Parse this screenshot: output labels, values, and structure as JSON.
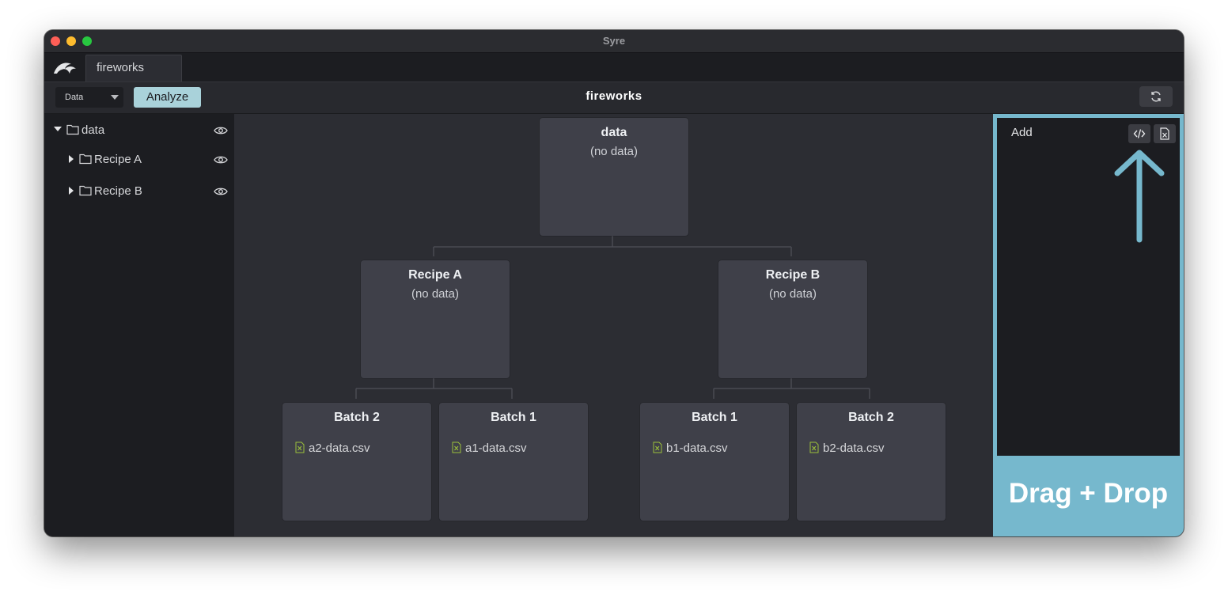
{
  "window": {
    "title": "Syre"
  },
  "tabs": [
    {
      "label": "fireworks"
    }
  ],
  "toolbar": {
    "view_select": {
      "value": "Data"
    },
    "analyze_label": "Analyze",
    "project_title": "fireworks"
  },
  "sidebar": {
    "tree": [
      {
        "label": "data",
        "expanded": true
      },
      {
        "label": "Recipe A",
        "expanded": false
      },
      {
        "label": "Recipe B",
        "expanded": false
      }
    ]
  },
  "graph": {
    "root": {
      "title": "data",
      "subtitle": "(no data)"
    },
    "recipe_a": {
      "title": "Recipe A",
      "subtitle": "(no data)"
    },
    "recipe_b": {
      "title": "Recipe B",
      "subtitle": "(no data)"
    },
    "a_batch_2": {
      "title": "Batch 2",
      "file": "a2-data.csv"
    },
    "a_batch_1": {
      "title": "Batch 1",
      "file": "a1-data.csv"
    },
    "b_batch_1": {
      "title": "Batch 1",
      "file": "b1-data.csv"
    },
    "b_batch_2": {
      "title": "Batch 2",
      "file": "b2-data.csv"
    }
  },
  "right_panel": {
    "add_label": "Add",
    "overlay_text": "Drag + Drop"
  },
  "colors": {
    "accent": "#a9d2da",
    "overlay": "#76b8cd",
    "csv_icon": "#9bbf3a"
  },
  "icons": [
    "app-logo-icon",
    "chevron-down-icon",
    "refresh-icon",
    "folder-icon",
    "eye-icon",
    "caret-right-icon",
    "caret-down-icon",
    "csv-file-icon",
    "code-icon",
    "excel-file-icon",
    "arrow-up-icon"
  ]
}
